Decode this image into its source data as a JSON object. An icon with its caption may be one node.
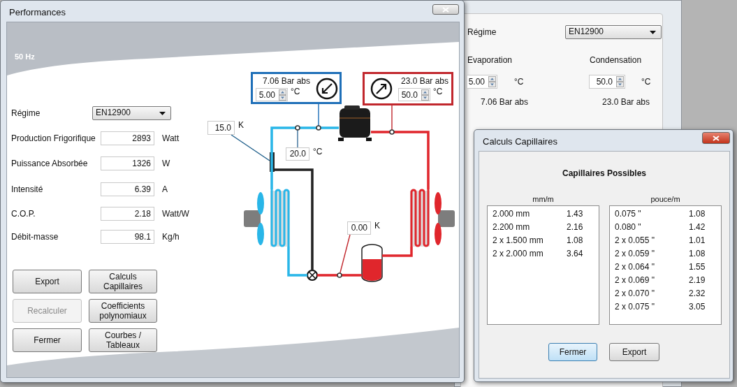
{
  "diagram": {
    "nodes": [
      {
        "text": [
          "Performances",
          "50 Hz"
        ]
      },
      {
        "text": [
          "7.06 Bar abs",
          "5.00",
          "°C"
        ],
        "in": 0
      },
      {
        "text": [
          "23.0 Bar abs",
          "50.0",
          "°C"
        ],
        "in": 0
      },
      {
        "text": [
          "15.0"
        ],
        "beside": [
          "K"
        ],
        "in": 0
      },
      {
        "text": [
          "20.0"
        ],
        "beside": [
          "°C"
        ],
        "in": 0
      },
      {
        "text": [
          "0.00"
        ],
        "beside": [
          "K"
        ],
        "in": 0
      },
      {
        "text": [],
        "shape": "picture",
        "in": 0
      },
      {
        "text": [],
        "shape": "coil",
        "in": 0
      },
      {
        "text": [],
        "shape": "cylinder",
        "in": 0
      },
      {
        "text": [],
        "shape": "circle",
        "in": 0
      },
      {
        "text": [],
        "shape": "coil",
        "in": 0
      },
      {
        "text": [],
        "shape": "bar",
        "in": 0
      },
      {
        "text": [
          "5.00"
        ],
        "beside": [
          "°C"
        ]
      },
      {
        "text": [
          "50.0"
        ],
        "beside": [
          "°C"
        ]
      },
      {
        "text": [
          "Calculs Capillaires",
          "Capillaires Possibles"
        ]
      }
    ],
    "edges": [
      {
        "from": 6,
        "to": 10,
        "arrow": "none",
        "color": "#e0262c"
      },
      {
        "from": 10,
        "to": 8,
        "arrow": "none",
        "color": "#e0262c"
      },
      {
        "from": 8,
        "to": 9,
        "arrow": "none",
        "color": "#e0262c"
      },
      {
        "from": 9,
        "to": 7,
        "arrow": "none",
        "color": "#29b6e8"
      },
      {
        "from": 7,
        "to": 6,
        "arrow": "none",
        "color": "#29b6e8"
      },
      {
        "from": 11,
        "to": 9,
        "arrow": "none",
        "color": "#222222"
      },
      {
        "from": 3,
        "to": 11,
        "arrow": "none",
        "color": "#1f5f8b"
      },
      {
        "from": 4,
        "to": null,
        "arrow": "other",
        "color": "#3a6e9a"
      },
      {
        "from": 1,
        "to": null,
        "arrow": "other",
        "color": "#1e6fb8"
      },
      {
        "from": 2,
        "to": null,
        "arrow": "other",
        "color": "#c1272d"
      },
      {
        "from": 5,
        "to": null,
        "arrow": "other",
        "color": "#c1272d"
      }
    ],
    "labels": [
      "Régime",
      "EN12900",
      "Production Frigorifique",
      "2893",
      "Watt",
      "Puissance Absorbée",
      "1326",
      "W",
      "Intensité",
      "6.39",
      "A",
      "C.O.P.",
      "2.18",
      "Watt/W",
      "Débit-masse",
      "98.1",
      "Kg/h",
      "Export",
      "Calculs Capillaires",
      "Recalculer",
      "Coefficients polynomiaux",
      "Fermer",
      "Courbes / Tableaux",
      "Régime",
      "EN12900",
      "Evaporation",
      "Condensation",
      "7.06 Bar abs",
      "23.0 Bar abs",
      "mm/m",
      "pouce/m",
      "2.000 mm",
      "1.43",
      "2.200 mm",
      "2.16",
      "2 x 1.500 mm",
      "1.08",
      "2 x 2.000 mm",
      "3.64",
      "0.075 \"",
      "1.08",
      "0.080 \"",
      "1.42",
      "2 x 0.055 \"",
      "1.01",
      "2 x 0.059 \"",
      "1.08",
      "2 x 0.064 \"",
      "1.55",
      "2 x 0.069 \"",
      "2.19",
      "2 x 0.070 \"",
      "2.32",
      "2 x 0.075 \"",
      "3.05",
      "Fermer",
      "Export"
    ]
  }
}
